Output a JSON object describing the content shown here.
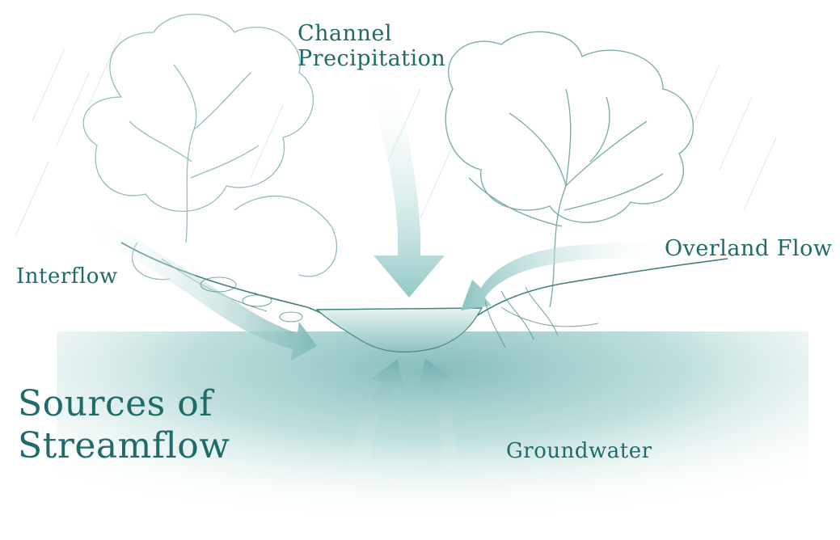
{
  "labels": {
    "channel_precipitation": [
      "Channel",
      "Precipitation"
    ],
    "overland_flow": "Overland Flow",
    "interflow": "Interflow",
    "groundwater": "Groundwater",
    "title": [
      "Sources of",
      "Streamflow"
    ]
  },
  "colors": {
    "text": "#1f6b6a",
    "water": "#7fb9b6",
    "arrow": "#8ec7c4",
    "sketch": "#5e9a98",
    "ground": "#9fd0cd"
  }
}
